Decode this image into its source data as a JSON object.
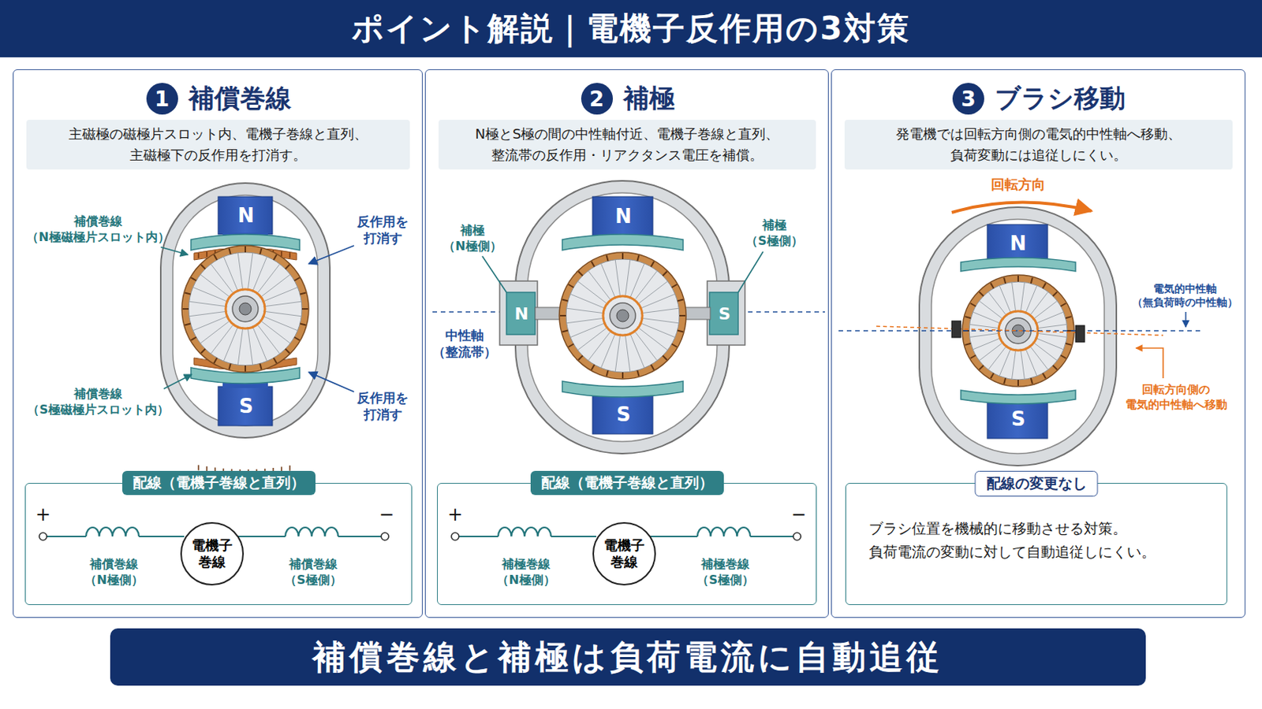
{
  "diagram": {
    "title": "ポイント解説｜電機子反作用の3対策",
    "caption": "補償巻線と補極は負荷電流に自動追従",
    "nodes": [
      {
        "text": [
          "補償巻線"
        ]
      },
      {
        "text": [
          "1"
        ],
        "in": 0
      },
      {
        "text": [
          "主磁極の磁極片スロット内、電機子巻線と直列、 主磁極下の反作用を打消す。"
        ],
        "in": 0
      },
      {
        "text": [
          "配線（電機子巻線と直列）"
        ],
        "in": 0
      },
      {
        "text": [
          "電機子 巻線"
        ],
        "in": 3
      },
      {
        "text": [
          "補極"
        ]
      },
      {
        "text": [
          "2"
        ],
        "in": 5
      },
      {
        "text": [
          "N極とS極の間の中性軸付近、電機子巻線と直列、 整流帯の反作用・リアクタンス電圧を補償。"
        ],
        "in": 5
      },
      {
        "text": [
          "配線（電機子巻線と直列）"
        ],
        "in": 5
      },
      {
        "text": [
          "電機子 巻線"
        ],
        "in": 8
      },
      {
        "text": [
          "ブラシ移動"
        ]
      },
      {
        "text": [
          "3"
        ],
        "in": 10
      },
      {
        "text": [
          "発電機では回転方向側の電気的中性軸へ移動、 負荷変動には追従しにくい。"
        ],
        "in": 10
      },
      {
        "text": [
          "配線の変更なし",
          "ブラシ位置を機械的に移動させる対策。 負荷電流の変動に対して自動追従しにくい。"
        ],
        "in": 10
      }
    ],
    "labels": [
      "補償巻線 （N極磁極片スロット内）",
      "反作用を 打消す",
      "補償巻線 （S極磁極片スロット内）",
      "反作用を 打消す",
      "N",
      "S",
      "+",
      "−",
      "補償巻線 （N極側）",
      "補償巻線 （S極側）",
      "補極 （N極側）",
      "補極 （S極側）",
      "中性軸 （整流帯）",
      "N",
      "S",
      "N",
      "S",
      "+",
      "−",
      "補極巻線 （N極側）",
      "補極巻線 （S極側）",
      "回転方向",
      "N",
      "S",
      "電気的中性軸 （無負荷時の中性軸）",
      "回転方向側の 電気的中性軸へ移動"
    ]
  }
}
